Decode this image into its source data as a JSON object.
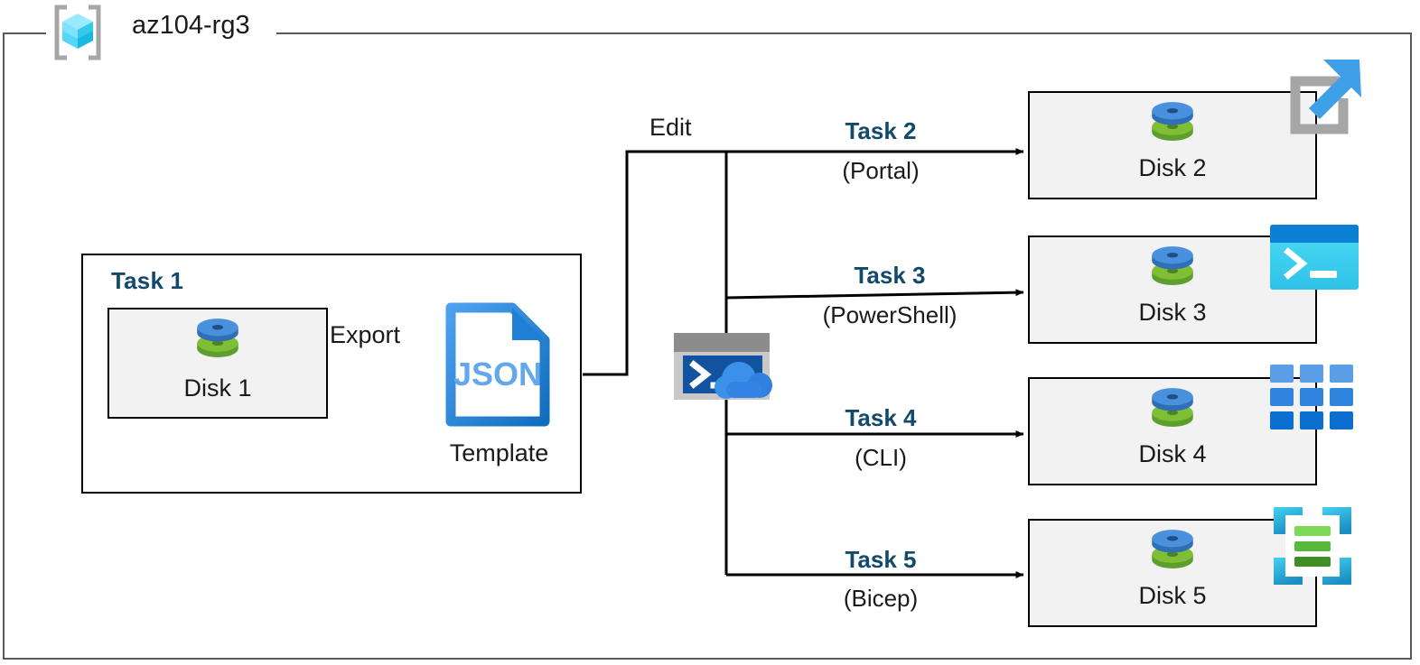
{
  "resource_group": {
    "name": "az104-rg3",
    "icon": "azure-resource-group-icon"
  },
  "source_group": {
    "label": "Task 1",
    "disk": {
      "label": "Disk 1",
      "icon": "managed-disk-icon"
    },
    "export_edge": {
      "label": "Export"
    },
    "template": {
      "file_label": "JSON",
      "caption": "Template",
      "icon": "json-file-icon"
    }
  },
  "edit_edge": {
    "label": "Edit"
  },
  "cloud_shell": {
    "icon": "cloud-shell-icon"
  },
  "targets": [
    {
      "task": "Task 2",
      "method": "(Portal)",
      "disk_label": "Disk 2",
      "disk_icon": "managed-disk-icon",
      "service_icon": "azure-portal-icon"
    },
    {
      "task": "Task 3",
      "method": "(PowerShell)",
      "disk_label": "Disk 3",
      "disk_icon": "managed-disk-icon",
      "service_icon": "powershell-icon"
    },
    {
      "task": "Task 4",
      "method": "(CLI)",
      "disk_label": "Disk 4",
      "disk_icon": "managed-disk-icon",
      "service_icon": "azure-cli-icon"
    },
    {
      "task": "Task 5",
      "method": "(Bicep)",
      "disk_label": "Disk 5",
      "disk_icon": "managed-disk-icon",
      "service_icon": "bicep-icon"
    }
  ],
  "colors": {
    "task_label": "#13496b",
    "frame_border": "#595959",
    "box_border": "#000000",
    "box_fill": "#f2f2f2",
    "disk_blue": "#3f87d6",
    "disk_green": "#79b828",
    "json_blue": "#2a8ae4",
    "cloud_blue": "#2f80e0",
    "powershell_cyan": "#2fc8ee",
    "bicep_cyan": "#30c4e8",
    "cli_blue": "#2b7cd3",
    "portal_arrow": "#3fa0e8",
    "portal_bracket": "#a6a6a6"
  }
}
